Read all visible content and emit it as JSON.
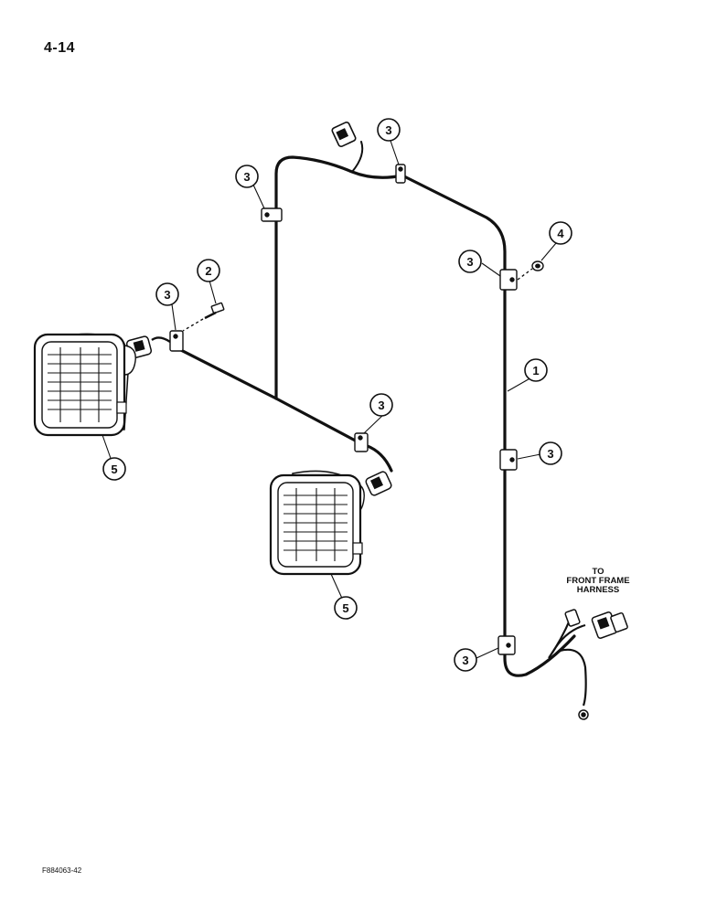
{
  "page": {
    "number": "4-14",
    "figure_code": "F884063-42"
  },
  "note": {
    "line1": "TO",
    "line2": "FRONT FRAME",
    "line3": "HARNESS"
  },
  "callouts": [
    {
      "id": "c1",
      "label": "1"
    },
    {
      "id": "c2",
      "label": "2"
    },
    {
      "id": "c3a",
      "label": "3"
    },
    {
      "id": "c3b",
      "label": "3"
    },
    {
      "id": "c3c",
      "label": "3"
    },
    {
      "id": "c3d",
      "label": "3"
    },
    {
      "id": "c3e",
      "label": "3"
    },
    {
      "id": "c3f",
      "label": "3"
    },
    {
      "id": "c3g",
      "label": "3"
    },
    {
      "id": "c4",
      "label": "4"
    },
    {
      "id": "c5a",
      "label": "5"
    },
    {
      "id": "c5b",
      "label": "5"
    }
  ]
}
